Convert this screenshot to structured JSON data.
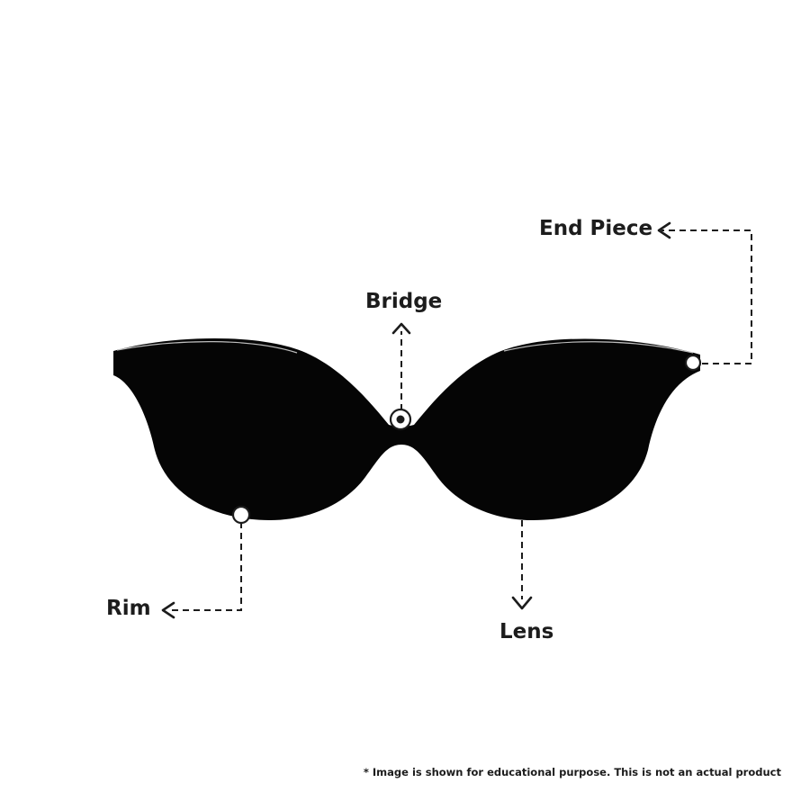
{
  "diagram": {
    "parts": {
      "end_piece": "End Piece",
      "bridge": "Bridge",
      "rim": "Rim",
      "lens": "Lens"
    },
    "frame_color": "#050505",
    "line_color": "#1c1c1c"
  },
  "footer": {
    "disclaimer": "* Image is shown for educational purpose. This is not an actual product"
  }
}
